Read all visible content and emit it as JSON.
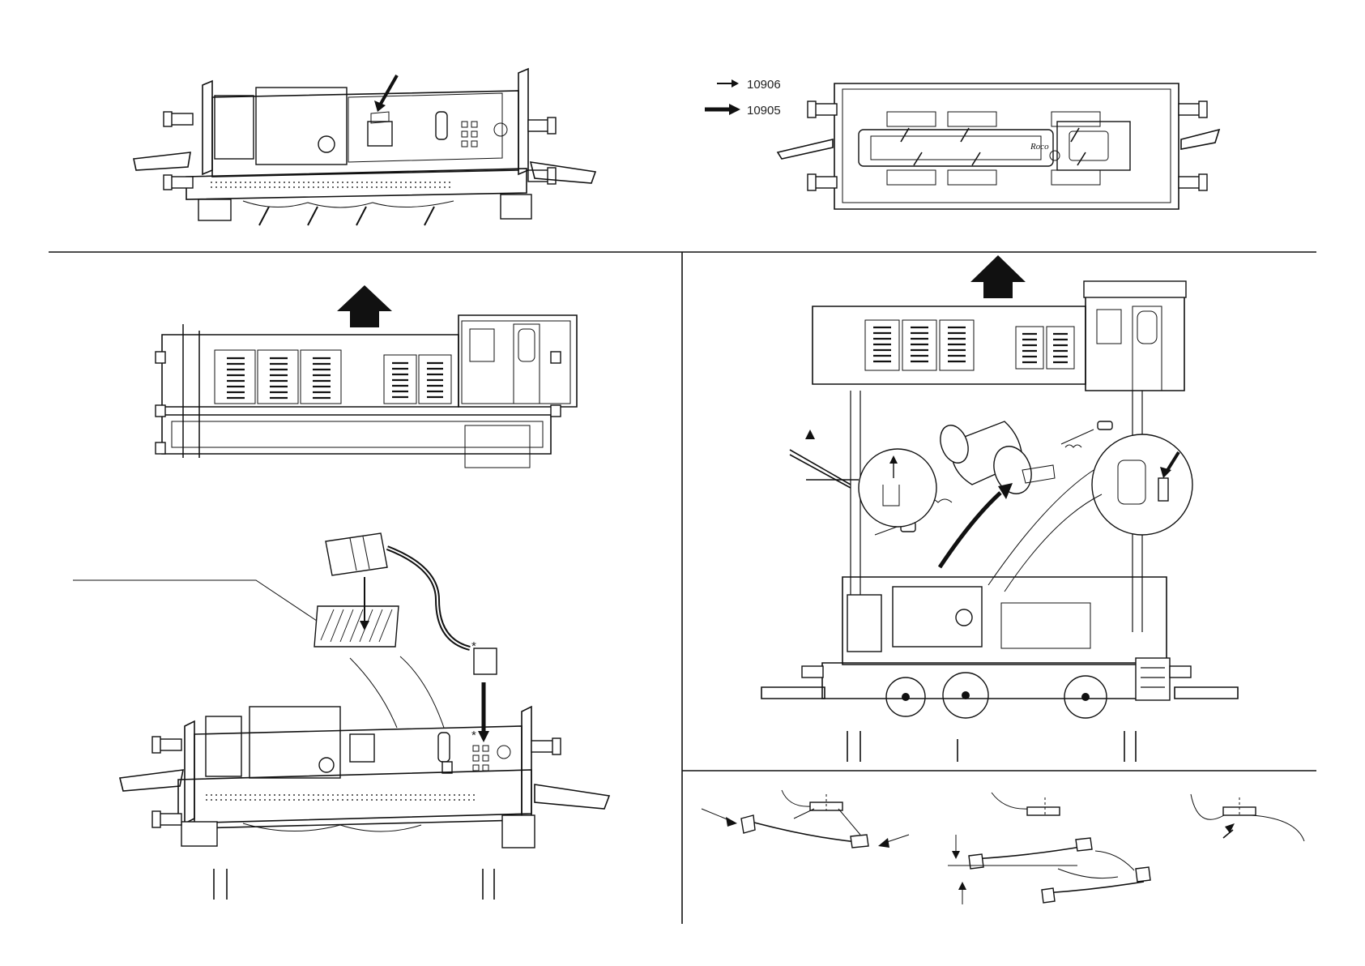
{
  "legend": {
    "items": [
      {
        "part_number": "10906",
        "arrow": "thin-arrow"
      },
      {
        "part_number": "10905",
        "arrow": "thick-arrow"
      }
    ]
  },
  "markers": {
    "asterisk": "*"
  },
  "colors": {
    "line": "#111111",
    "background": "#ffffff"
  },
  "icons": [
    "thin-arrow-icon",
    "thick-arrow-icon",
    "lift-arrow-icon",
    "screw-icon",
    "curved-arrow-icon"
  ]
}
